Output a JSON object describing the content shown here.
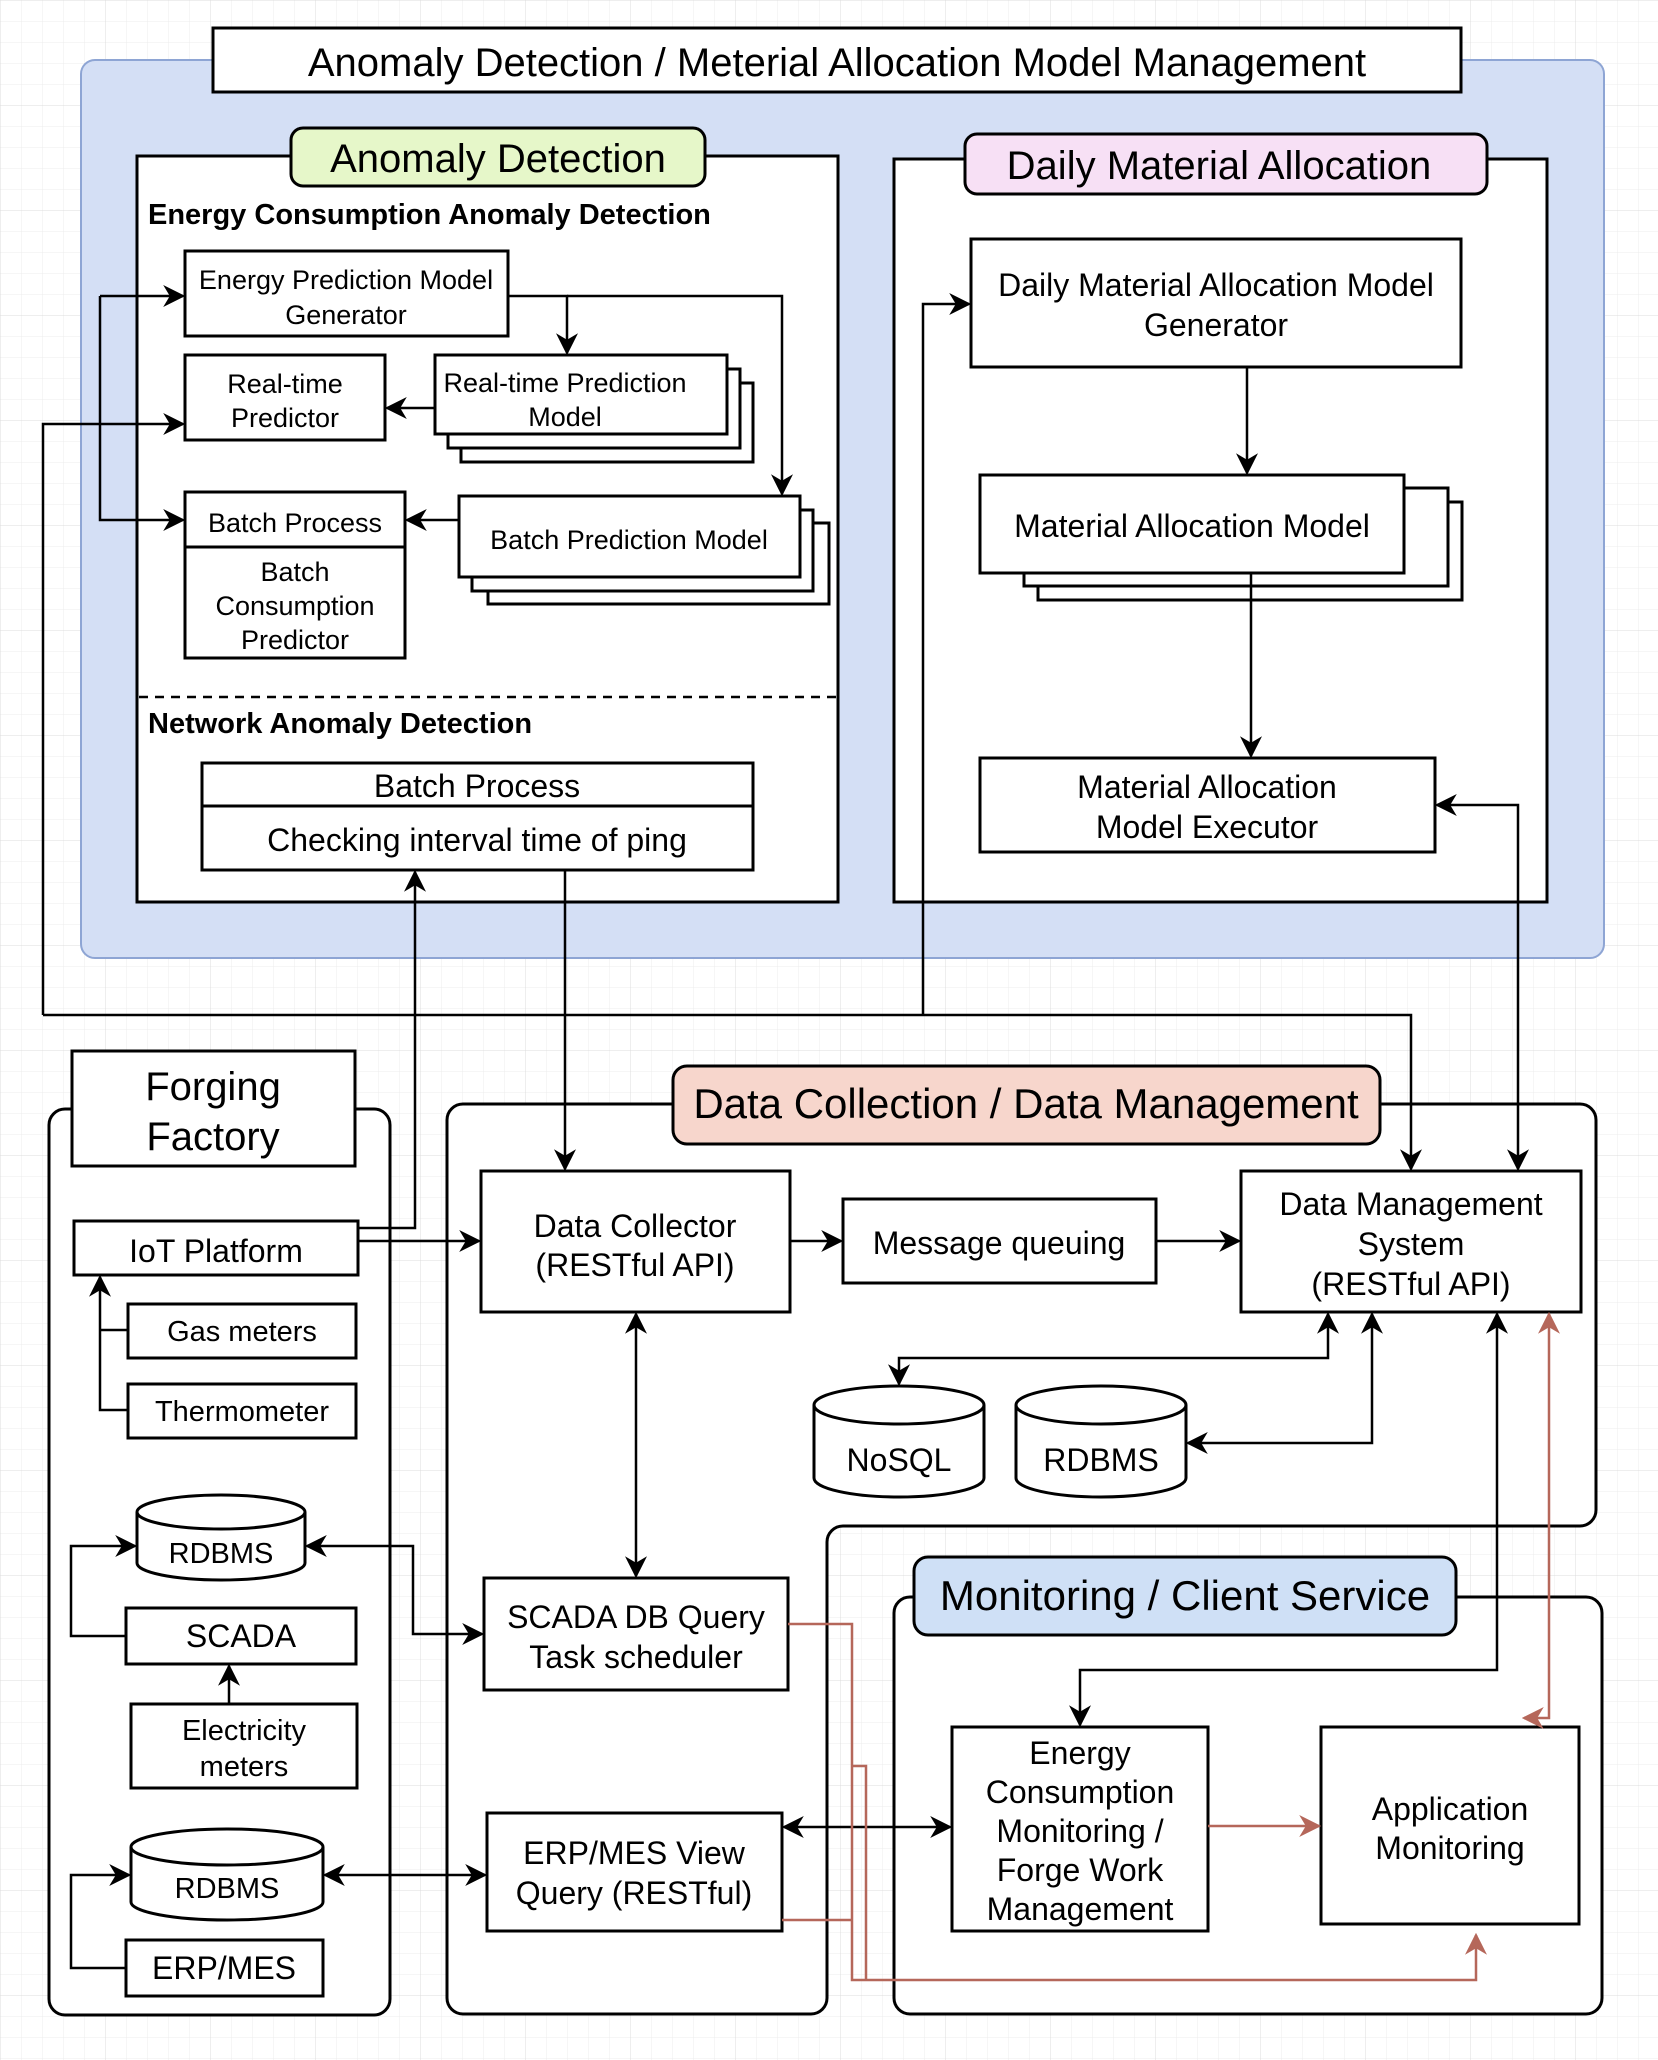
{
  "diagram": {
    "title": "Anomaly Detection / Meterial Allocation Model Management",
    "anomaly": {
      "label": "Anomaly Detection",
      "energy_heading": "Energy Consumption Anomaly Detection",
      "energy_model_generator": [
        "Energy Prediction Model",
        "Generator"
      ],
      "realtime_predictor": [
        "Real-time",
        "Predictor"
      ],
      "realtime_model": [
        "Real-time Prediction",
        "Model"
      ],
      "batch_process": "Batch Process",
      "batch_predictor": [
        "Batch",
        "Consumption",
        "Predictor"
      ],
      "batch_model": "Batch Prediction Model",
      "network_heading": "Network Anomaly Detection",
      "network_batch": "Batch Process",
      "network_ping": "Checking interval time of ping"
    },
    "allocation": {
      "label": "Daily Material Allocation",
      "generator": [
        "Daily Material Allocation Model",
        "Generator"
      ],
      "model": "Material Allocation Model",
      "executor": [
        "Material Allocation",
        "Model Executor"
      ]
    },
    "factory": {
      "label": [
        "Forging",
        "Factory"
      ],
      "iot": "IoT Platform",
      "gas": "Gas meters",
      "thermo": "Thermometer",
      "rdbms1": "RDBMS",
      "scada": "SCADA",
      "electricity": [
        "Electricity",
        "meters"
      ],
      "rdbms2": "RDBMS",
      "erp": "ERP/MES"
    },
    "datacollection": {
      "label": "Data Collection / Data Management",
      "collector": [
        "Data Collector",
        "(RESTful API)"
      ],
      "mq": "Message queuing",
      "dms": [
        "Data Management",
        "System",
        "(RESTful API)"
      ],
      "nosql": "NoSQL",
      "rdbms": "RDBMS",
      "scada_query": [
        "SCADA DB Query",
        "Task scheduler"
      ],
      "erp_query": [
        "ERP/MES View",
        "Query (RESTful)"
      ]
    },
    "monitoring": {
      "label": "Monitoring / Client Service",
      "energy": [
        "Energy",
        "Consumption",
        "Monitoring /",
        "Forge Work",
        "Management"
      ],
      "app": [
        "Application",
        "Monitoring"
      ]
    }
  }
}
